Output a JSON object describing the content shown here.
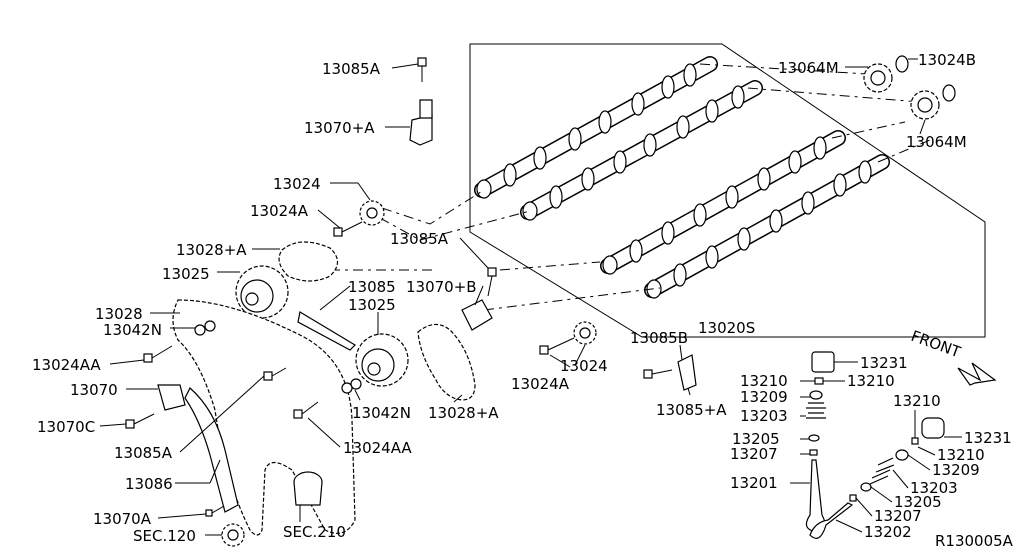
{
  "labels": {
    "l1": "13085A",
    "l2": "13070+A",
    "l3": "13024",
    "l4": "13024A",
    "l5": "13028+A",
    "l6": "13025",
    "l7": "13085",
    "l8": "13028",
    "l9": "13025",
    "l10": "13042N",
    "l11": "13070+B",
    "l12": "13085A",
    "l13": "13024AA",
    "l14": "13070",
    "l15": "13070C",
    "l16": "13085A",
    "l17": "13086",
    "l18": "13070A",
    "l19": "SEC.120",
    "l20": "SEC.210",
    "l21": "13042N",
    "l22": "13024AA",
    "l23": "13028+A",
    "l24": "13024",
    "l25": "13024A",
    "l26": "13064M",
    "l27": "13024B",
    "l28": "13064M",
    "l29": "13020S",
    "l30": "13085B",
    "l31": "13085+A",
    "l32": "13231",
    "l33": "13210",
    "l34": "13210",
    "l35": "13209",
    "l36": "13203",
    "l37": "13205",
    "l38": "13207",
    "l39": "13201",
    "l40": "13210",
    "l41": "13231",
    "l42": "13210",
    "l43": "13209",
    "l44": "13203",
    "l45": "13205",
    "l46": "13207",
    "l47": "13202",
    "front": "FRONT",
    "ref": "R130005A"
  }
}
